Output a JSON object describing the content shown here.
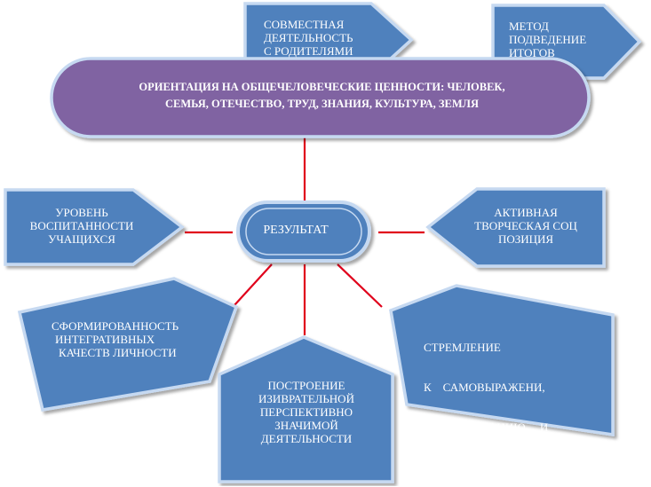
{
  "diagram": {
    "banner": {
      "line1": "ОРИЕНТАЦИЯ НА ОБЩЕЧЕЛОВЕЧЕСКИЕ ЦЕННОСТИ: ЧЕЛОВЕК,",
      "line2": "СЕМЬЯ, ОТЕЧЕСТВО, ТРУД, ЗНАНИЯ, КУЛЬТУРА, ЗЕМЛЯ"
    },
    "top_left_arrow": {
      "lines": [
        "СОВМЕСТНАЯ",
        "ДЕЯТЕЛЬНОСТЬ",
        "С РОДИТЕЛЯМИ"
      ]
    },
    "top_right_arrow": {
      "lines": [
        "МЕТОД",
        "ПОДВЕДЕНИЕ",
        "ИТОГОВ"
      ]
    },
    "center": {
      "label": "РЕЗУЛЬТАТ"
    },
    "left_arrow": {
      "lines": [
        "УРОВЕНЬ",
        "ВОСПИТАННОСТИ",
        "УЧАЩИХСЯ"
      ]
    },
    "right_arrow": {
      "lines": [
        "АКТИВНАЯ",
        "ТВОРЧЕСКАЯ СОЦ",
        "ПОЗИЦИЯ"
      ]
    },
    "lower_left": {
      "lines": [
        "СФОРМИРОВАННОСТЬ",
        "ИНТЕГРАТИВНЫХ",
        "КАЧЕСТВ ЛИЧНОСТИ"
      ]
    },
    "bottom": {
      "lines": [
        "ПОСТРОЕНИЕ",
        "ИЗИВРАТЕЛЬНОЙ",
        "ПЕРСПЕКТИВНО",
        "ЗНАЧИМОЙ",
        "ДЕЯТЕЛЬНОСТИ"
      ]
    },
    "lower_right": {
      "lines": [
        "СТРЕМЛЕНИЕ",
        "К    САМОВЫРАЖЕНИ,",
        "САМОПОЗНАНИЮ     И",
        "САМОРЕАЛИЗАЦИИ"
      ]
    }
  },
  "colors": {
    "box_fill": "#4f81bd",
    "box_stroke": "#c6d9f1",
    "banner_fill": "#8064a2",
    "connector": "#e0001b",
    "text": "#ffffff"
  }
}
